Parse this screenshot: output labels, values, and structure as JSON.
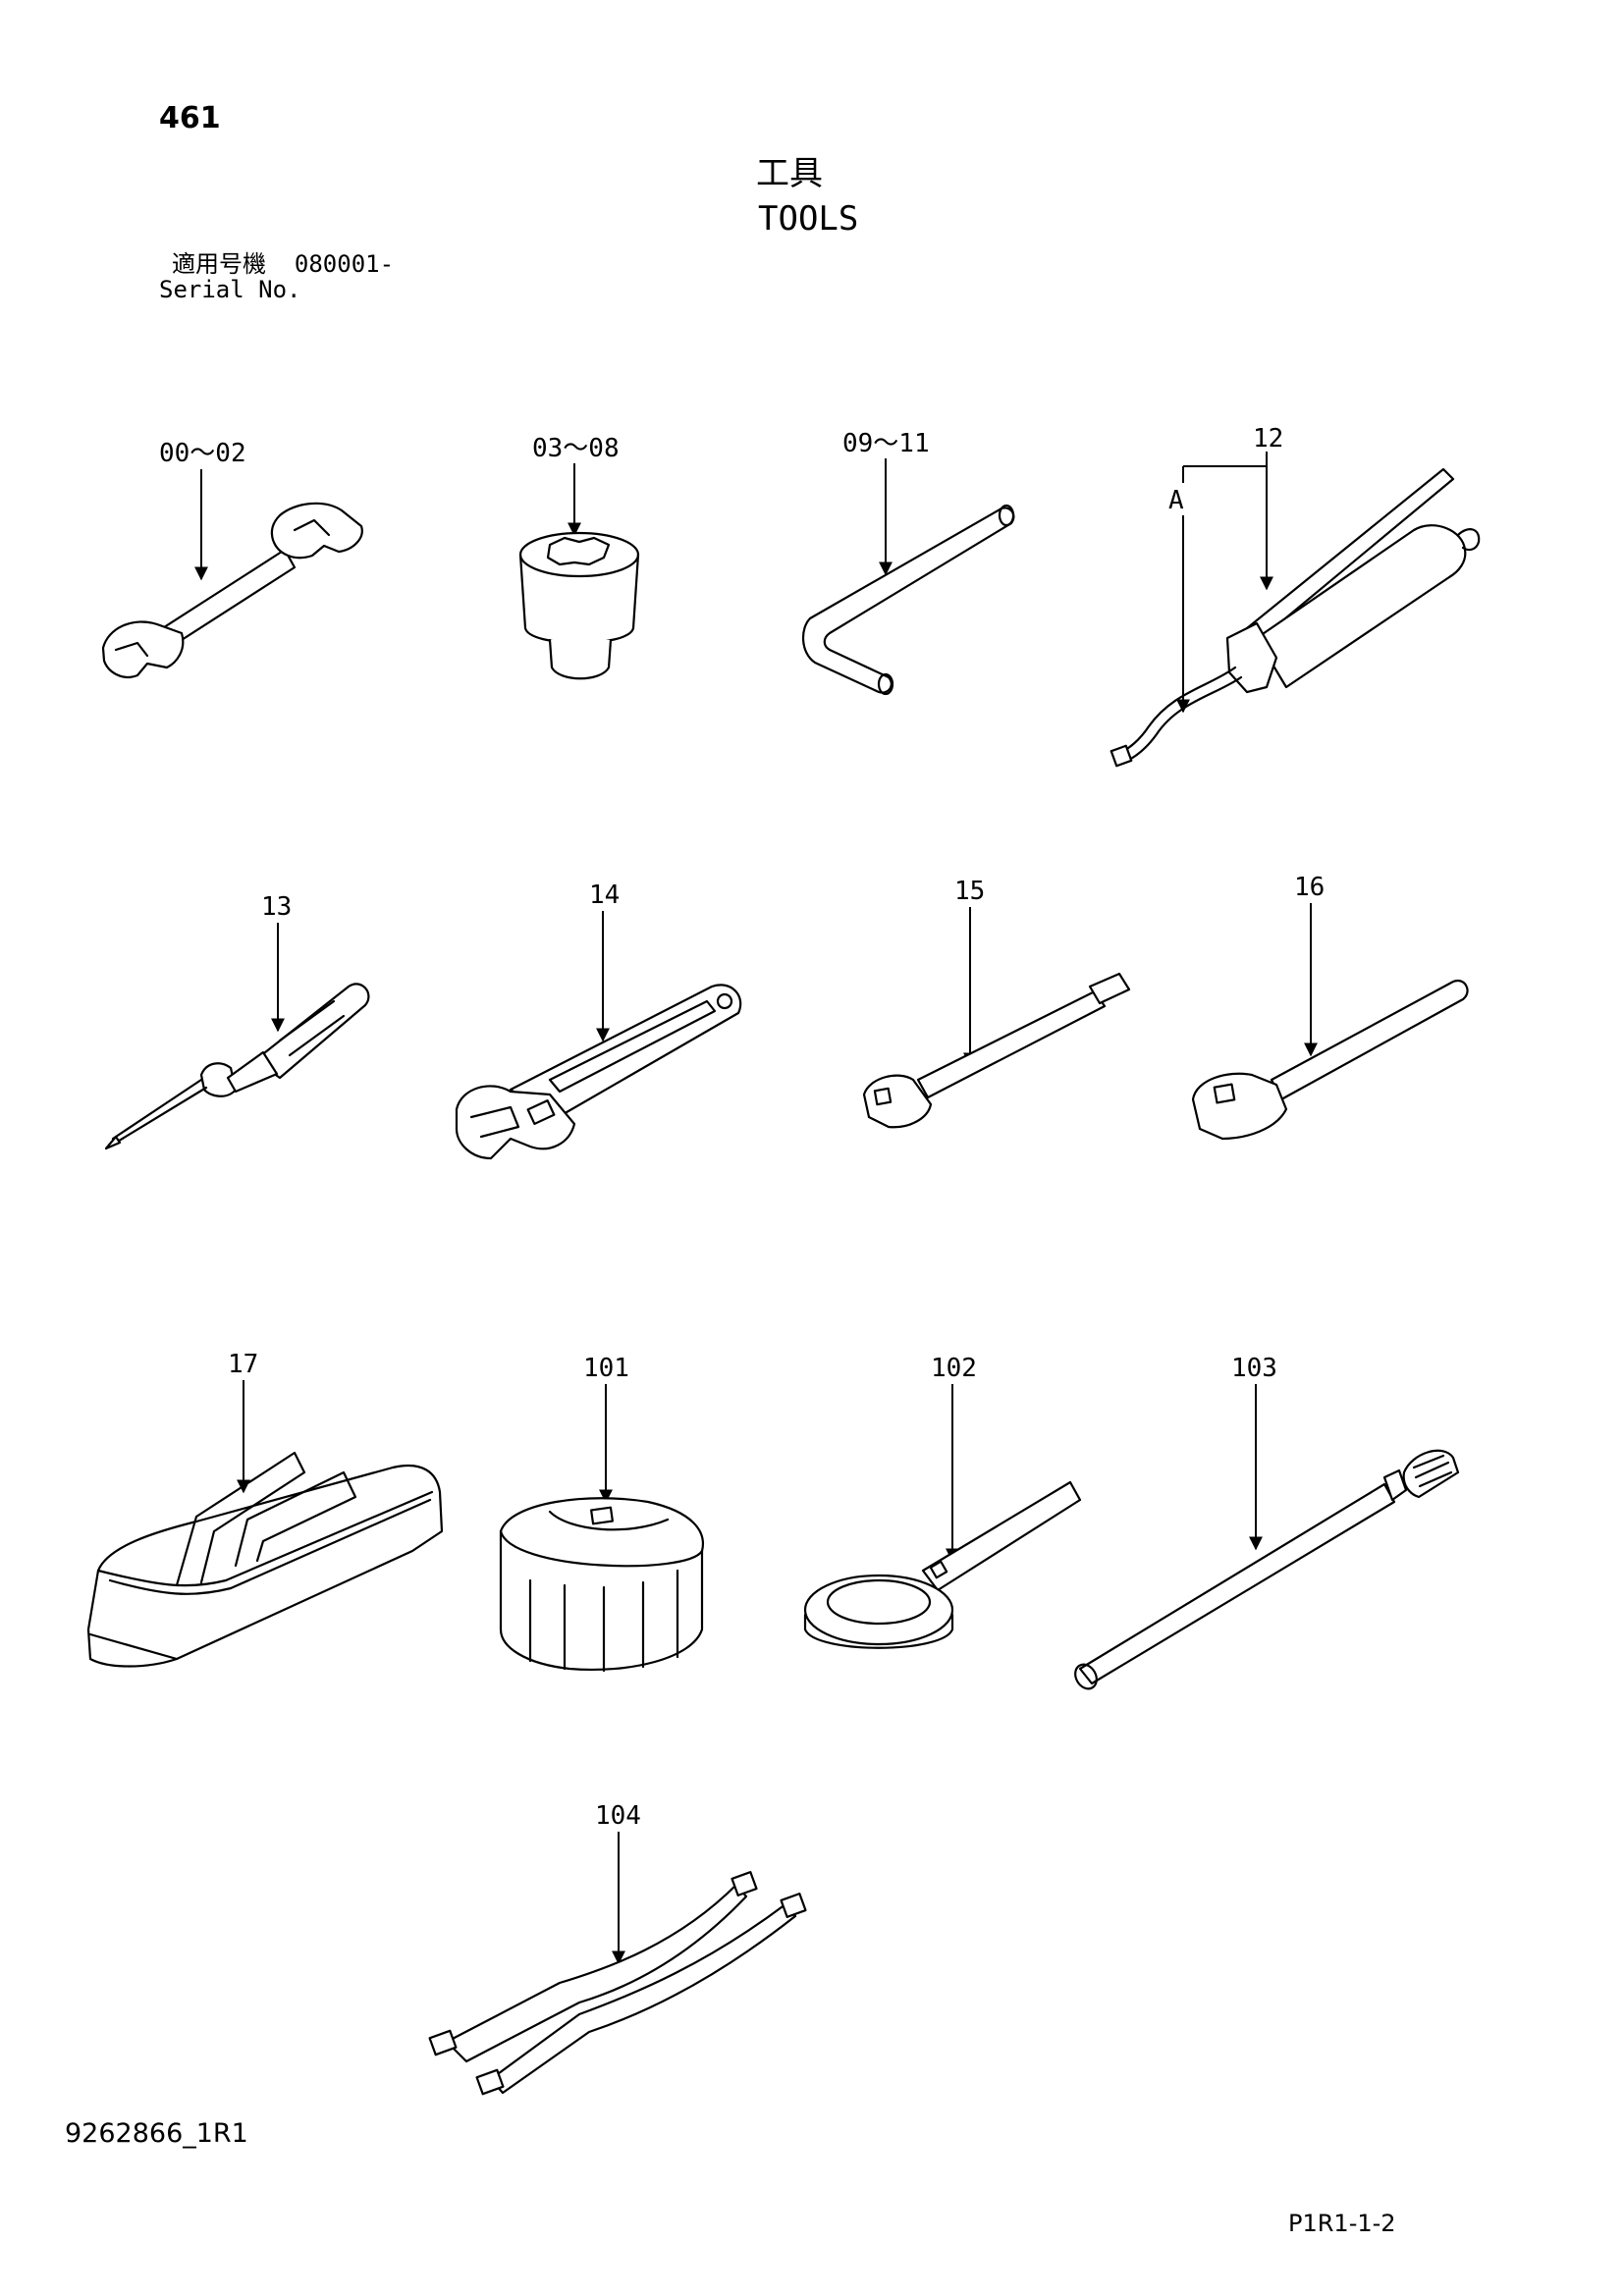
{
  "header": {
    "page_number": "461",
    "title_jp": "工具",
    "title_en": "TOOLS",
    "serial_label_jp": "適用号機",
    "serial_value": "080001-",
    "serial_label_en": "Serial No."
  },
  "callouts": {
    "c00_02": "00～02",
    "c03_08": "03～08",
    "c09_11": "09～11",
    "c12": "12",
    "cA": "A",
    "c13": "13",
    "c14": "14",
    "c15": "15",
    "c16": "16",
    "c17": "17",
    "c101": "101",
    "c102": "102",
    "c103": "103",
    "c104": "104"
  },
  "footer": {
    "doc_number": "9262866_1R1",
    "page_code": "P1R1-1-2"
  }
}
